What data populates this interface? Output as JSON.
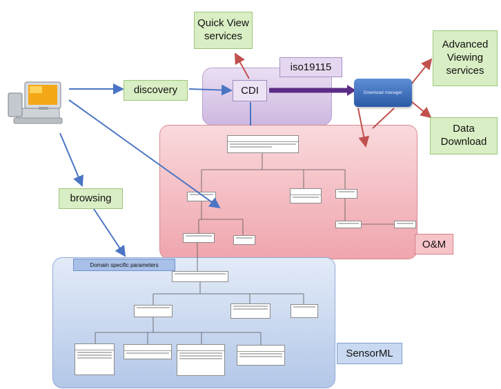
{
  "nodes": {
    "quick_view": "Quick View services",
    "iso": "iso19115",
    "cdi": "CDI",
    "discovery": "discovery",
    "browsing": "browsing",
    "advanced_viewing": "Advanced Viewing services",
    "data_download": "Data Download",
    "download_manager": "Download manager",
    "om": "O&M",
    "sensorml": "SensorML",
    "domain_param": "Domain specific parameters"
  },
  "colors": {
    "green_fill": "#d9eec4",
    "iso_panel": "#cdb8e0",
    "om_panel": "#efa5ad",
    "sensorml_panel": "#b3c7e8",
    "blue_arrow": "#4a74c4",
    "red_arrow": "#c0504d",
    "purple_arrow": "#5b2c86"
  },
  "icons": {
    "computer": "computer-icon"
  }
}
